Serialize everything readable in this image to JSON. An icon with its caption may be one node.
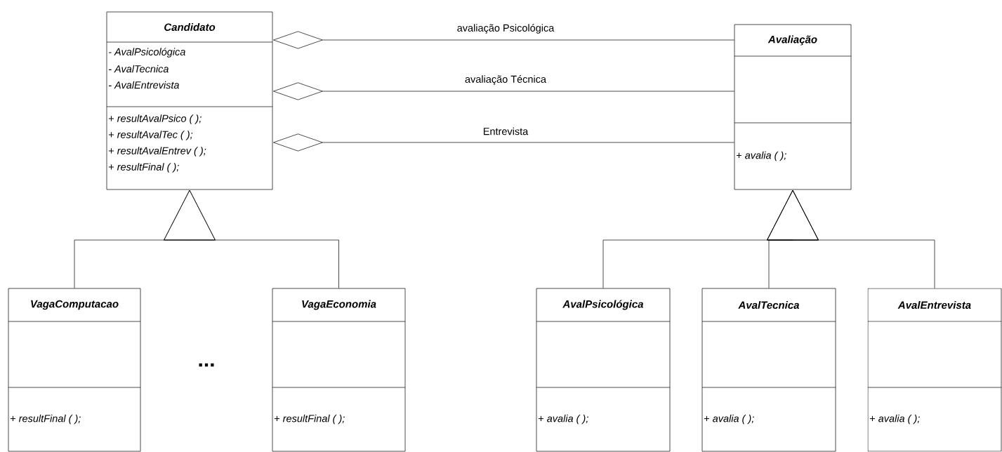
{
  "diagram": {
    "nodes": [
      {
        "text": [
          "Candidato",
          "- AvalPsicológica",
          "- AvalTecnica",
          "- AvalEntrevista",
          "+ *resultAvalPsico ( );*",
          "+ *resultAvalTec ( );*",
          "+ *resultAvalEntrev ( );*",
          "+ *resultFinal ( );*"
        ]
      },
      {
        "text": [
          "Avaliação",
          "+ *avalia ( );*"
        ]
      },
      {
        "text": [
          "VagaComputacao",
          "+ *resultFinal ( );*"
        ]
      },
      {
        "text": [
          "VagaEconomia",
          "+ *resultFinal ( );*"
        ]
      },
      {
        "text": [
          "AvalPsicológica",
          "+ *avalia ( );*"
        ]
      },
      {
        "text": [
          "AvalTecnica",
          "+ *avalia ( );*"
        ]
      },
      {
        "text": [
          "AvalEntrevista",
          "+ *avalia ( );*"
        ]
      }
    ],
    "edges": [
      {
        "from": 1,
        "to": 0,
        "arrow": "other",
        "label": "avaliação Psicológica"
      },
      {
        "from": 1,
        "to": 0,
        "arrow": "other",
        "label": "avaliação Técnica"
      },
      {
        "from": 1,
        "to": 0,
        "arrow": "other",
        "label": "Entrevista"
      },
      {
        "from": 2,
        "to": 0,
        "arrow": "to"
      },
      {
        "from": 3,
        "to": 0,
        "arrow": "to"
      },
      {
        "from": 4,
        "to": 1,
        "arrow": "to"
      },
      {
        "from": 5,
        "to": 1,
        "arrow": "to"
      },
      {
        "from": 6,
        "to": 1,
        "arrow": "to"
      }
    ],
    "labels": [
      "..."
    ]
  }
}
